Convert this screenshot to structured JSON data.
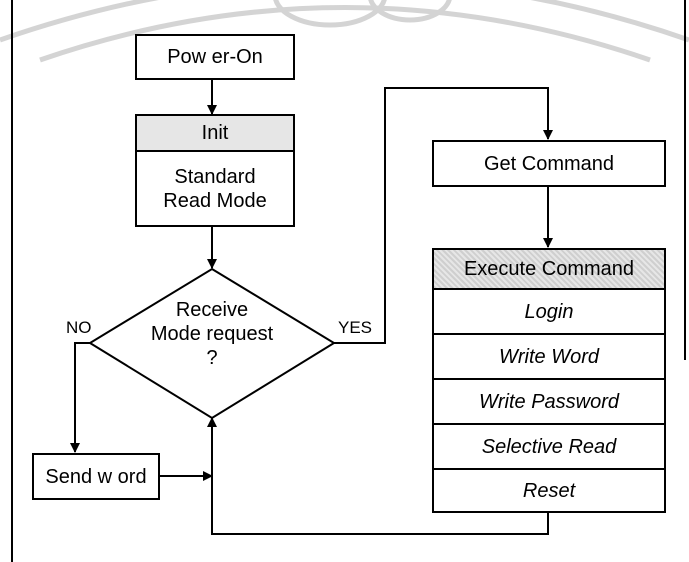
{
  "nodes": {
    "power_on": "Pow er-On",
    "init_header": "Init",
    "init_body": "Standard Read Mode",
    "decision": "Receive Mode request ?",
    "send_word": "Send w ord",
    "get_command": "Get Command",
    "execute_header": "Execute Command",
    "execute_items": [
      "Login",
      "Write Word",
      "Write Password",
      "Selective Read",
      "Reset"
    ]
  },
  "edges": {
    "no_label": "NO",
    "yes_label": "YES"
  },
  "colors": {
    "line": "#000000",
    "shaded_header": "#d9d9d9",
    "watermark": "#b8b8b8"
  }
}
